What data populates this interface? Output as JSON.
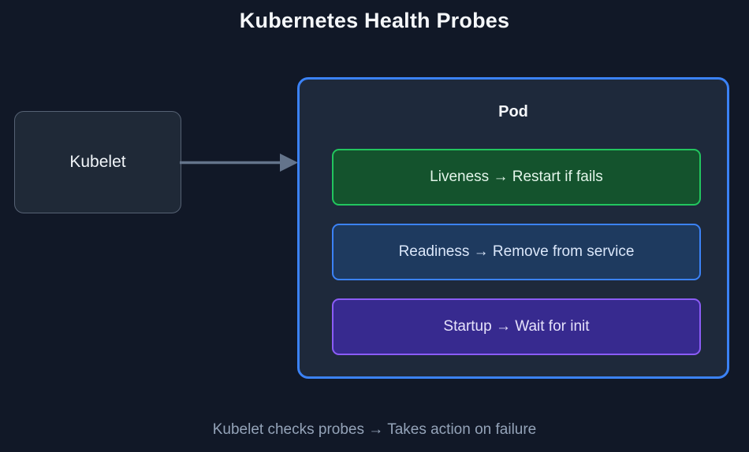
{
  "title": "Kubernetes Health Probes",
  "caption": "Kubelet checks probes → Takes action on failure",
  "nodes": {
    "kubelet": {
      "label": "Kubelet",
      "fill": "#1f2937",
      "border": "#566274"
    }
  },
  "connector": {
    "name": "kubelet-to-pod-arrow",
    "color": "#64748b",
    "direction": "right"
  },
  "pod": {
    "title": "Pod",
    "fill": "#1e293b",
    "border": "#3b82f6",
    "probes": [
      {
        "id": "liveness",
        "label": "Liveness → Restart if fails",
        "fill": "#14532d",
        "border": "#22c55e",
        "text_color": "#e3f5ea"
      },
      {
        "id": "readiness",
        "label": "Readiness → Remove from service",
        "fill": "#1e3a5f",
        "border": "#3b82f6",
        "text_color": "#dbe7fa"
      },
      {
        "id": "startup",
        "label": "Startup → Wait for init",
        "fill": "#372a8f",
        "border": "#8b5cf6",
        "text_color": "#e6e2fb"
      }
    ]
  },
  "theme": {
    "background": "#111827",
    "title_color": "#f5f7fa",
    "caption_color": "#94a3b8"
  }
}
